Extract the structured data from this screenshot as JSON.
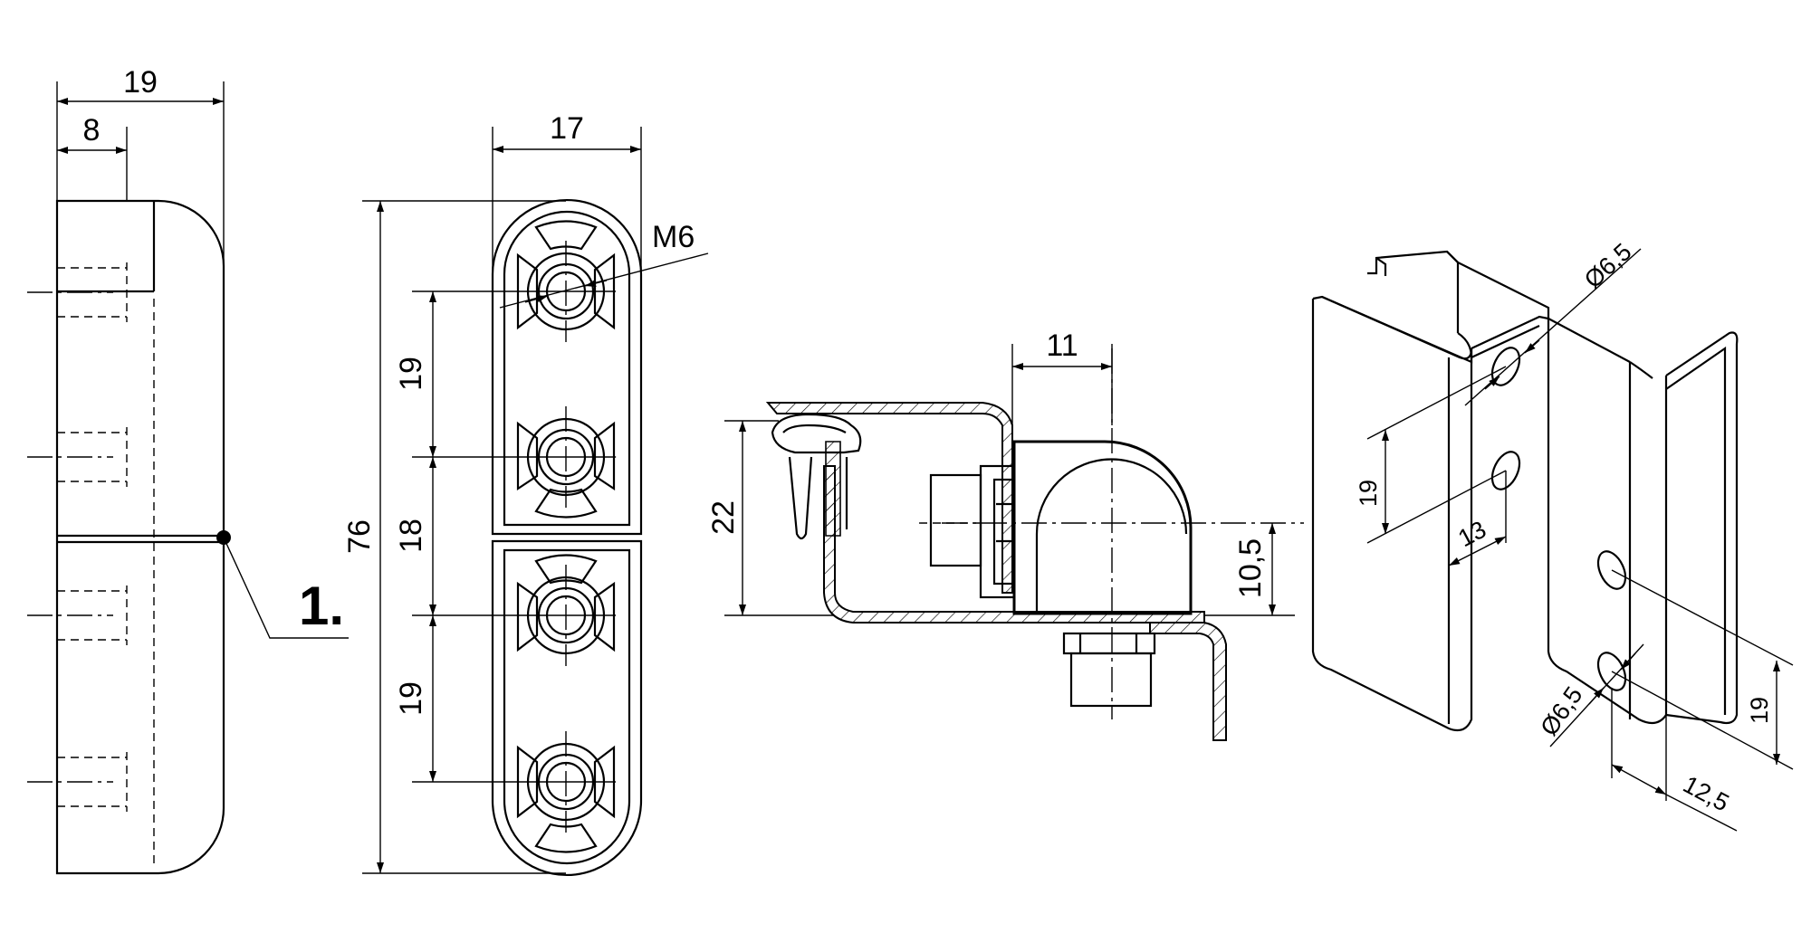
{
  "colors": {
    "line": "#000000",
    "background": "#ffffff"
  },
  "side_view": {
    "dim_total_width": "19",
    "dim_offset": "8",
    "callout": "1."
  },
  "front_view": {
    "dim_width": "17",
    "dim_thread": "M6",
    "dim_total_height": "76",
    "dim_pitch_top": "19",
    "dim_pitch_middle": "18",
    "dim_pitch_bottom": "19"
  },
  "section_view": {
    "dim_offset": "11",
    "dim_height": "22",
    "dim_axis_height": "10,5"
  },
  "iso_view": {
    "dim_hole_top": "Ø6,5",
    "dim_hole_bottom": "Ø6,5",
    "dim_spacing_left": "19",
    "dim_spacing_right": "19",
    "dim_edge_left": "13",
    "dim_edge_right": "12,5"
  }
}
